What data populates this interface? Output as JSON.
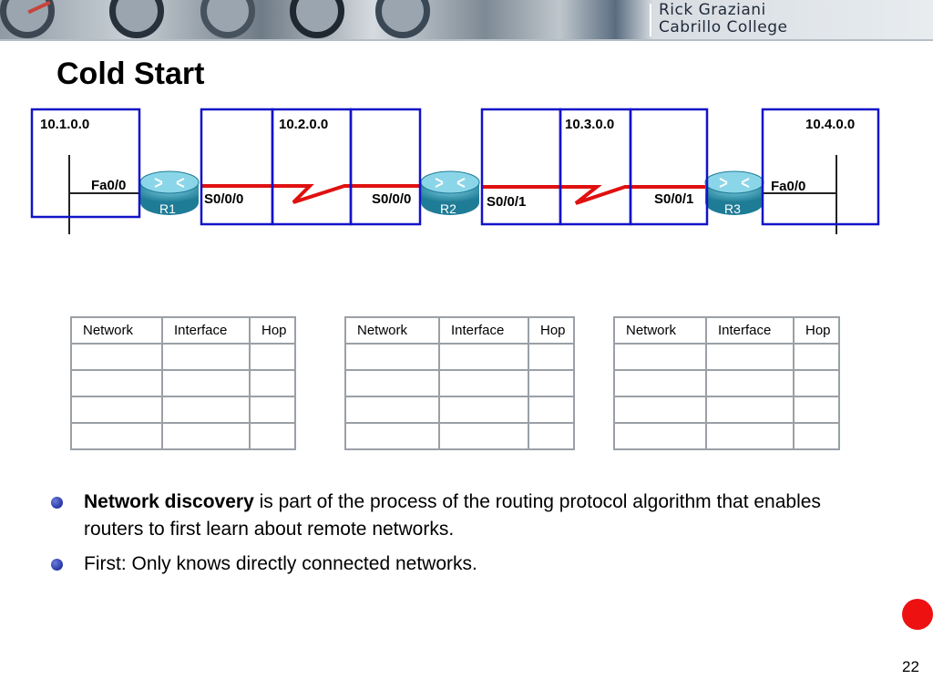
{
  "banner": {
    "line1": "Rick Graziani",
    "line2": "Cabrillo College"
  },
  "title": "Cold Start",
  "diagram": {
    "networks": [
      "10.1.0.0",
      "10.2.0.0",
      "10.3.0.0",
      "10.4.0.0"
    ],
    "routers": [
      "R1",
      "R2",
      "R3"
    ],
    "interfaces": {
      "r1_fa": "Fa0/0",
      "r1_s": "S0/0/0",
      "r2_s0": "S0/0/0",
      "r2_s1": "S0/0/1",
      "r3_s": "S0/0/1",
      "r3_fa": "Fa0/0"
    },
    "colors": {
      "box": "#1313c8",
      "serial": "#e01010",
      "router": "#2a8fa8"
    }
  },
  "tables": {
    "headers": [
      "Network",
      "Interface",
      "Hop"
    ]
  },
  "bullets": [
    {
      "bold": "Network discovery",
      "rest": " is part of the process of the routing protocol algorithm that enables routers to first learn about remote networks."
    },
    {
      "bold": "",
      "rest": "First: Only knows directly connected networks."
    }
  ],
  "page_number": "22"
}
